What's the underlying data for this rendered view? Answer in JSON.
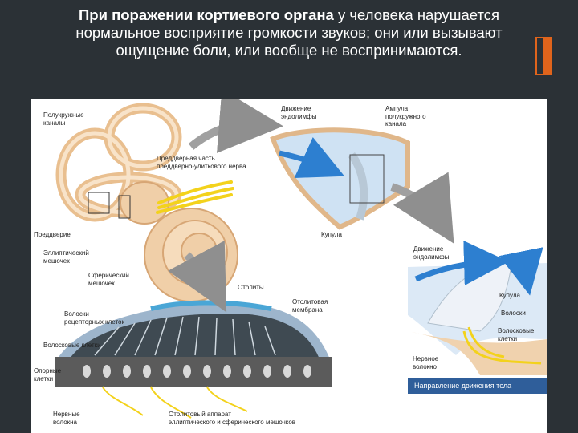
{
  "title": {
    "bold_part": "При поражении кортиевого органа",
    "rest_line1": " у человека нарушается",
    "line2": "нормальное восприятие громкости звуков; они или вызывают",
    "line3": "ощущение боли, или вообще не воспринимаются."
  },
  "figure": {
    "labels": {
      "semicircular_canals": [
        "Полукружные",
        "каналы"
      ],
      "vestibular_nerve": [
        "Преддверная часть",
        "преддверно-улиткового нерва"
      ],
      "vestibule": "Преддверие",
      "utricle": [
        "Эллиптический",
        "мешочек"
      ],
      "saccule": [
        "Сферический",
        "мешочек"
      ],
      "endolymph_motion_top": [
        "Движение",
        "эндолимфы"
      ],
      "ampulla": [
        "Ампула",
        "полукружного",
        "канала"
      ],
      "cupula_top": "Купула",
      "endolymph_motion_right": [
        "Движение",
        "эндолимфы"
      ],
      "cupula_right": "Купула",
      "hairs": "Волоски",
      "hair_cells_right": [
        "Волосковые",
        "клетки"
      ],
      "nerve_fiber_right": [
        "Нервное",
        "волокно"
      ],
      "head_motion_direction": "Направление движения тела",
      "otoliths": "Отолиты",
      "otolith_membrane": [
        "Отолитовая",
        "мембрана"
      ],
      "receptor_cell_hairs": [
        "Волоски",
        "рецепторных клеток"
      ],
      "hair_cells_left": "Волосковые клетки",
      "supporting_cells": [
        "Опорные",
        "клетки"
      ],
      "nerve_fibers_bottom": [
        "Нервные",
        "волокна"
      ],
      "otolith_apparatus": [
        "Отолитовый аппарат",
        "эллиптического и сферического мешочков"
      ]
    }
  },
  "colors": {
    "background": "#2b3136",
    "accent": "#e0641c",
    "canal": "#f0cfa8",
    "nerve": "#f3d21c",
    "fluid": "#cfe2f3",
    "arrow_blue": "#2d7fd0",
    "arrow_grey": "#9a9a9a"
  }
}
